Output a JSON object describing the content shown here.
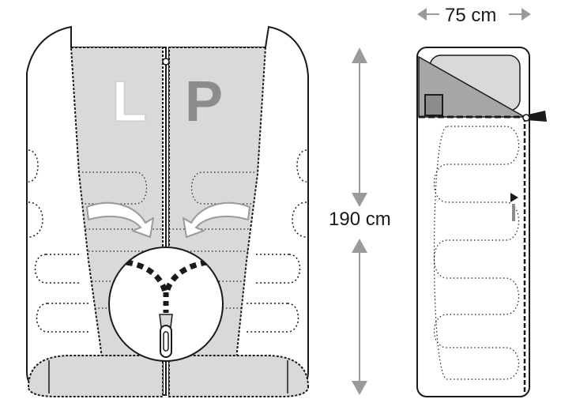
{
  "labels": {
    "left_letter": "L",
    "right_letter": "P",
    "height_dimension": "190 cm",
    "width_dimension": "75 cm"
  },
  "colors": {
    "outline": "#1a1a1a",
    "panel_gray": "#d9d9d9",
    "flap_gray": "#a6a6a6",
    "letter_white": "#ffffff",
    "letter_gray": "#8c8c8c",
    "arrow_gray": "#9a9a9a"
  },
  "icons": {
    "zipper_pull": "zipper-pull-icon",
    "merge_arrows": "curved-arrow-icon",
    "dimension_arrows": "double-arrow-icon",
    "brand_logo": "brand-logo-icon"
  }
}
